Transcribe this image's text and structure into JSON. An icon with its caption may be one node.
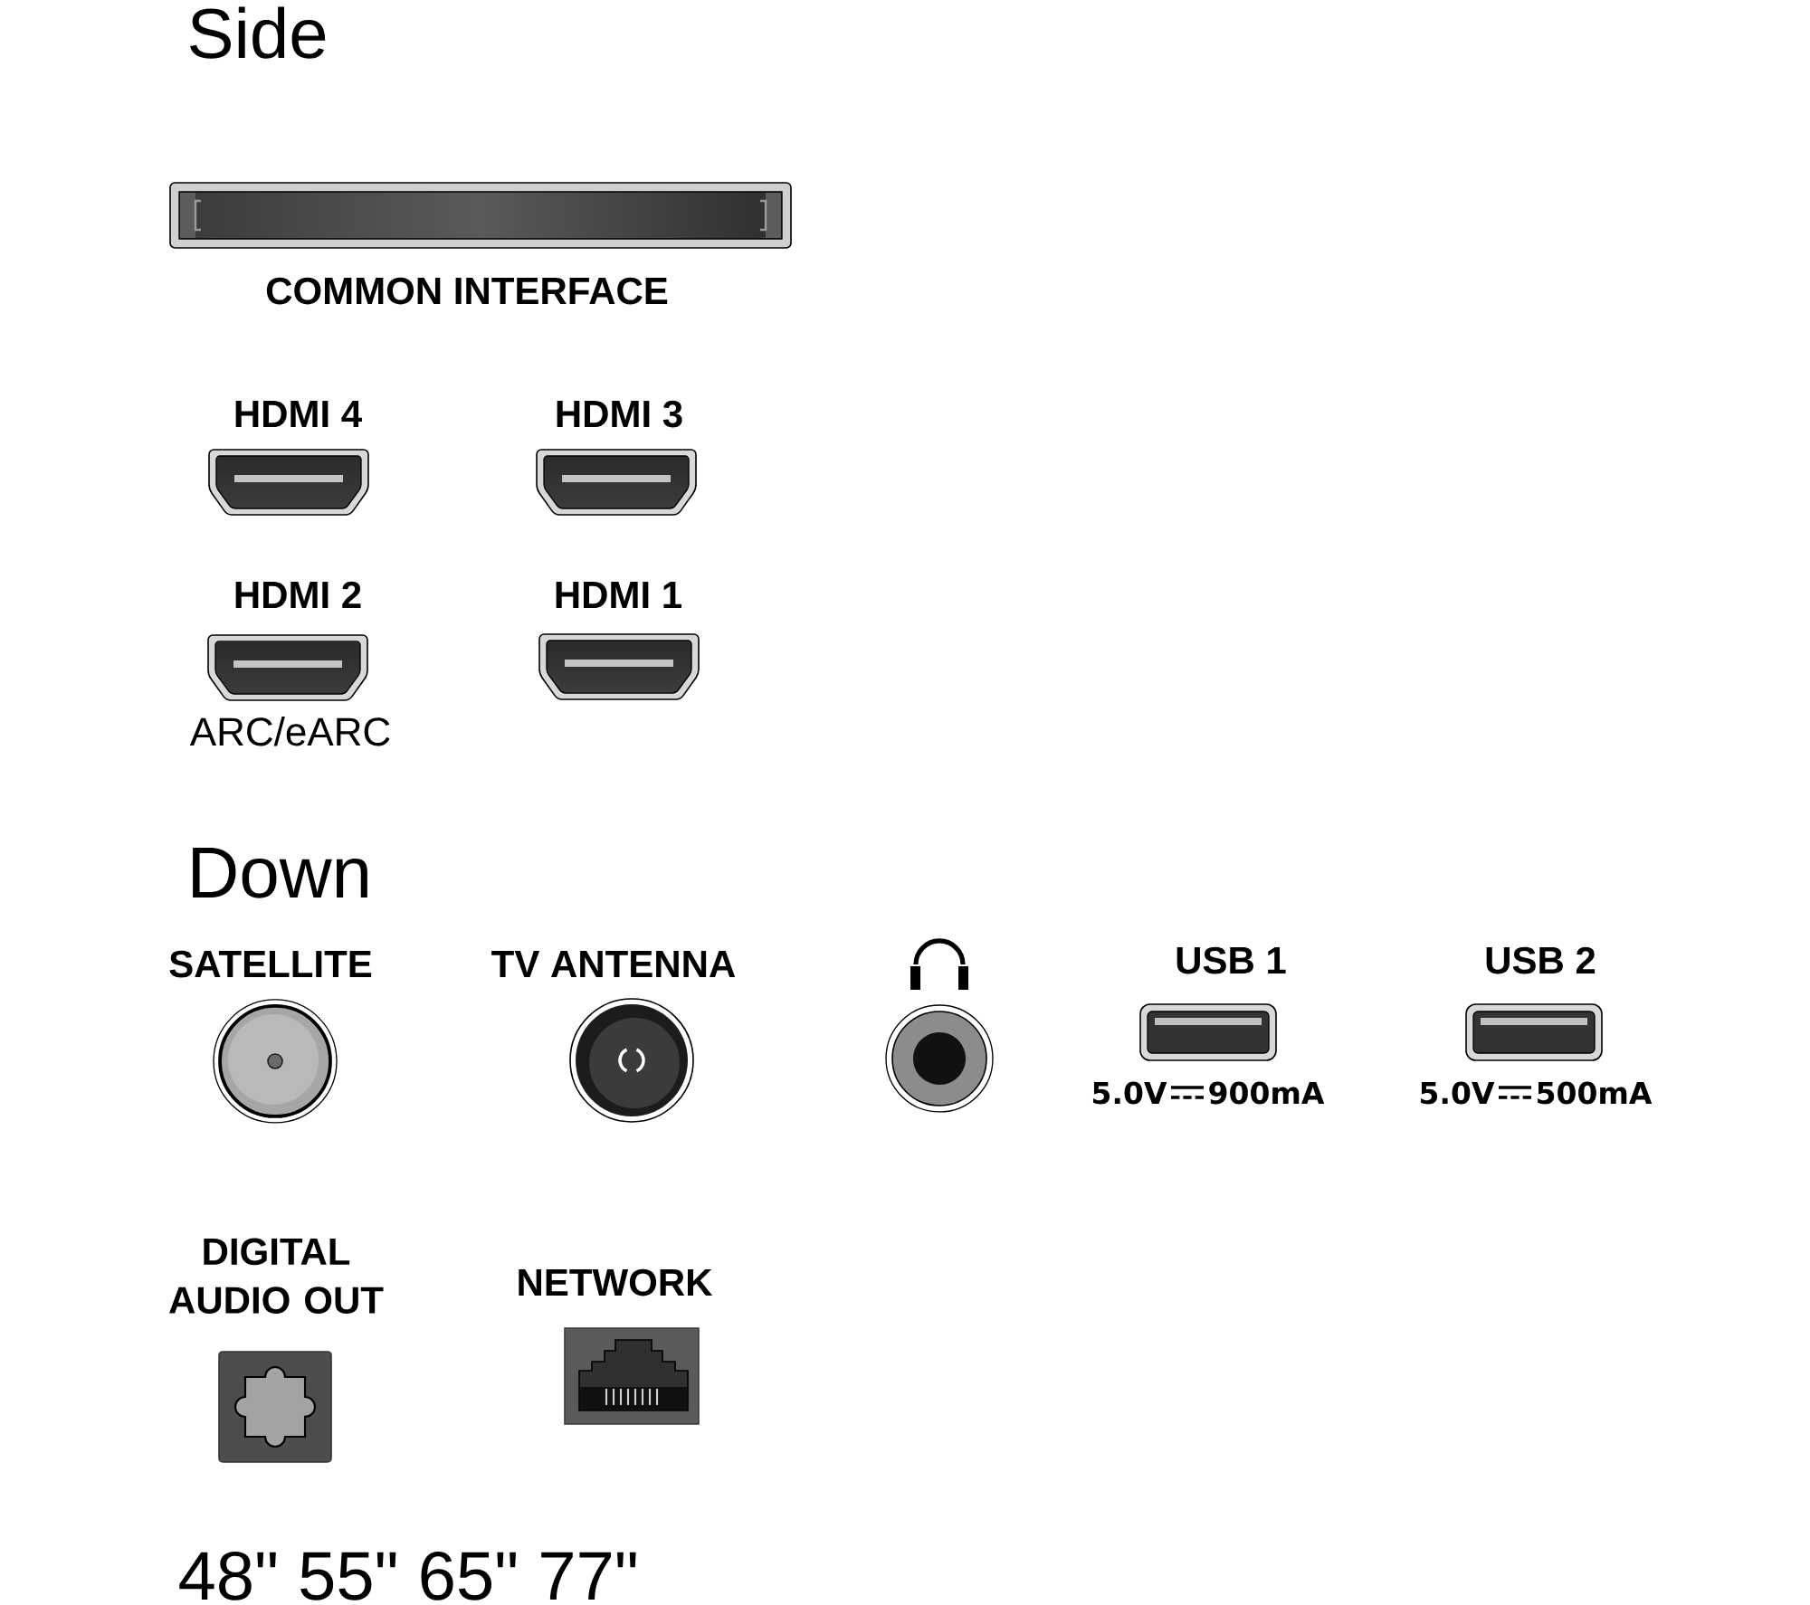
{
  "diagram": {
    "nodes": [
      {
        "text": [
          "COMMON INTERFACE"
        ]
      },
      {
        "text": [
          "HDMI 4"
        ]
      },
      {
        "text": [
          "HDMI 3"
        ]
      },
      {
        "text": [
          "HDMI 2"
        ],
        "beside": [
          "ARC/eARC"
        ]
      },
      {
        "text": [
          "HDMI 1"
        ]
      },
      {
        "text": [
          "SATELLITE"
        ]
      },
      {
        "text": [
          "TV ANTENNA"
        ]
      },
      {
        "text": [],
        "shape": "circle"
      },
      {
        "text": [
          "USB 1"
        ],
        "beside": [
          "5.0V",
          "900mA"
        ]
      },
      {
        "text": [
          "USB 2"
        ],
        "beside": [
          "5.0V",
          "500mA"
        ]
      },
      {
        "text": [
          "DIGITAL AUDIO OUT"
        ]
      },
      {
        "text": [
          "NETWORK"
        ]
      }
    ],
    "labels": [
      "Side",
      "Down",
      "48\" 55\" 65\" 77\""
    ]
  }
}
